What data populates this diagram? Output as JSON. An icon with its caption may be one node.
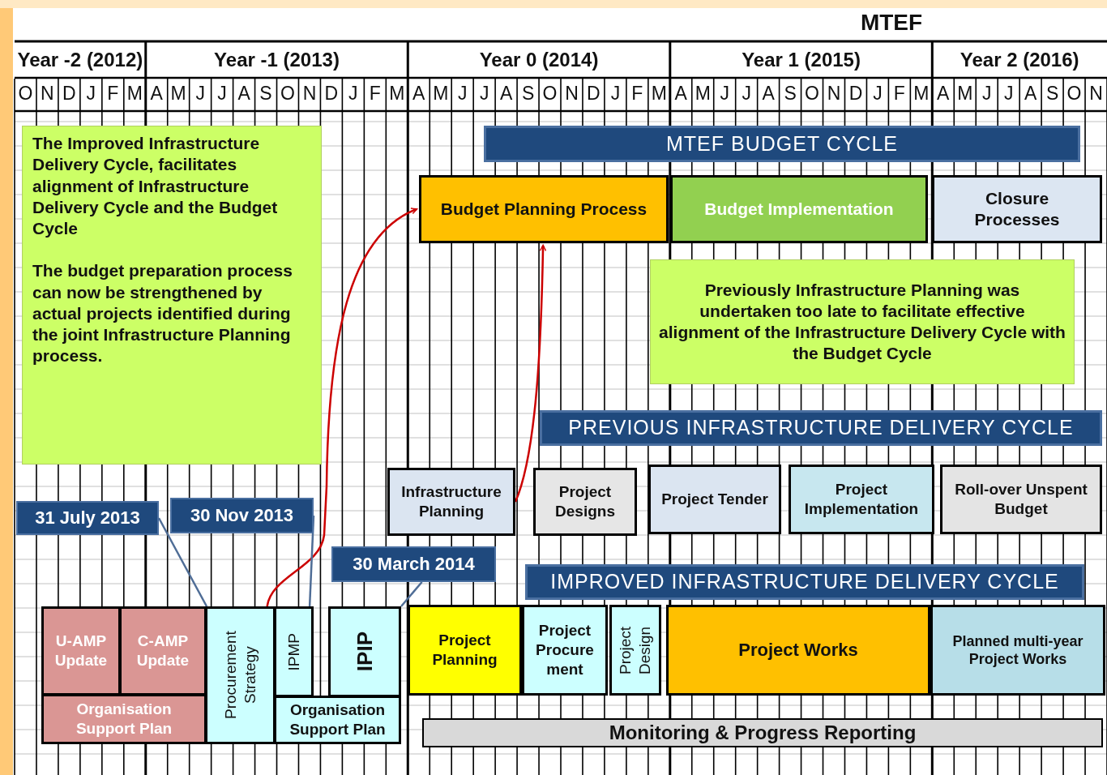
{
  "diagram": {
    "title": "MTEF",
    "nodes": [
      {
        "text": [
          "MTEF BUDGET CYCLE"
        ]
      },
      {
        "text": [
          "Budget Planning Process"
        ]
      },
      {
        "text": [
          "Budget Implementation"
        ]
      },
      {
        "text": [
          "Closure Processes"
        ]
      },
      {
        "text": [
          "The Improved Infrastructure Delivery Cycle, facilitates alignment of Infrastructure Delivery Cycle and the Budget Cycle",
          "The budget preparation process can now be strengthened by actual projects identified during the joint Infrastructure Planning process."
        ]
      },
      {
        "text": [
          "Previously Infrastructure Planning was undertaken too late to facilitate effective alignment of the Infrastructure Delivery Cycle with the Budget Cycle"
        ]
      },
      {
        "text": [
          "PREVIOUS INFRASTRUCTURE DELIVERY CYCLE"
        ]
      },
      {
        "text": [
          "Infrastructure Planning"
        ]
      },
      {
        "text": [
          "Project Designs"
        ]
      },
      {
        "text": [
          "Project Tender"
        ]
      },
      {
        "text": [
          "Project Implementation"
        ]
      },
      {
        "text": [
          "Roll-over Unspent Budget"
        ]
      },
      {
        "text": [
          "31 July 2013"
        ]
      },
      {
        "text": [
          "30 Nov 2013"
        ]
      },
      {
        "text": [
          "30 March 2014"
        ]
      },
      {
        "text": [
          "IMPROVED INFRASTRUCTURE DELIVERY CYCLE"
        ]
      },
      {
        "text": [
          "U-AMP Update"
        ]
      },
      {
        "text": [
          "C-AMP Update"
        ]
      },
      {
        "text": [
          "Procurement Strategy"
        ]
      },
      {
        "text": [
          "IPMP"
        ]
      },
      {
        "text": [
          "IPIP"
        ]
      },
      {
        "text": [
          "Project Planning"
        ]
      },
      {
        "text": [
          "Project Procurement"
        ]
      },
      {
        "text": [
          "Project Design"
        ]
      },
      {
        "text": [
          "Project Works"
        ]
      },
      {
        "text": [
          "Planned multi-year Project Works"
        ]
      },
      {
        "text": [
          "Organisation Support Plan"
        ]
      },
      {
        "text": [
          "Organisation Support Plan"
        ]
      },
      {
        "text": [
          "Monitoring & Progress Reporting"
        ]
      }
    ],
    "edges": [
      {
        "from": 18,
        "to": 1,
        "arrow": "to",
        "color": "#cc0000"
      },
      {
        "from": 7,
        "to": 1,
        "arrow": "to",
        "color": "#cc0000"
      },
      {
        "from": 12,
        "to": 17,
        "arrow": "none"
      },
      {
        "from": 13,
        "to": 19,
        "arrow": "none"
      },
      {
        "from": 14,
        "to": 20,
        "arrow": "none"
      }
    ],
    "labels": [
      "Year -2 (2012)",
      "Year -1 (2013)",
      "Year 0 (2014)",
      "Year 1 (2015)",
      "Year 2 (2016)",
      "O",
      "N",
      "D",
      "J",
      "F",
      "M",
      "A",
      "M",
      "J",
      "J",
      "A",
      "S",
      "O",
      "N",
      "D",
      "J",
      "F",
      "M",
      "A",
      "M",
      "J",
      "J",
      "A",
      "S",
      "O",
      "N",
      "D",
      "J",
      "F",
      "M",
      "A",
      "M",
      "J",
      "J",
      "A",
      "S",
      "O",
      "N",
      "D",
      "J",
      "F",
      "M",
      "A",
      "M",
      "J",
      "J",
      "A",
      "S",
      "O",
      "N"
    ]
  }
}
